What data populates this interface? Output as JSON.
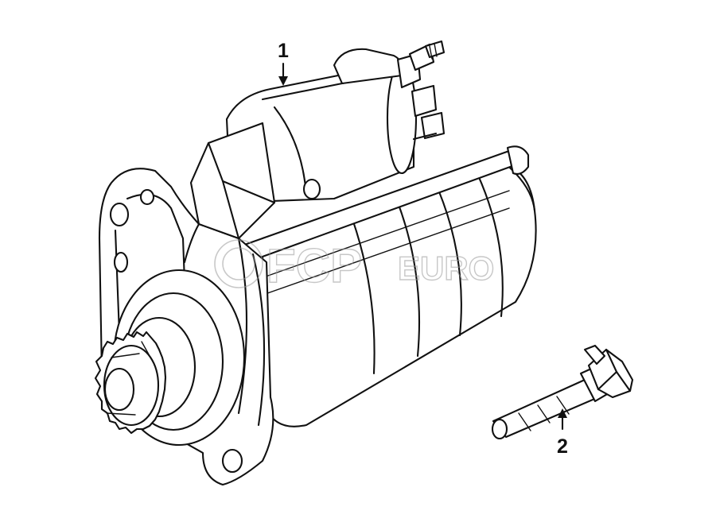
{
  "callouts": [
    {
      "id": "1",
      "label": "1"
    },
    {
      "id": "2",
      "label": "2"
    }
  ],
  "watermark": {
    "brand": "FCP",
    "suffix": "EURO"
  },
  "colors": {
    "line": "#111111",
    "background": "#ffffff",
    "watermark": "#9a9a9a"
  }
}
